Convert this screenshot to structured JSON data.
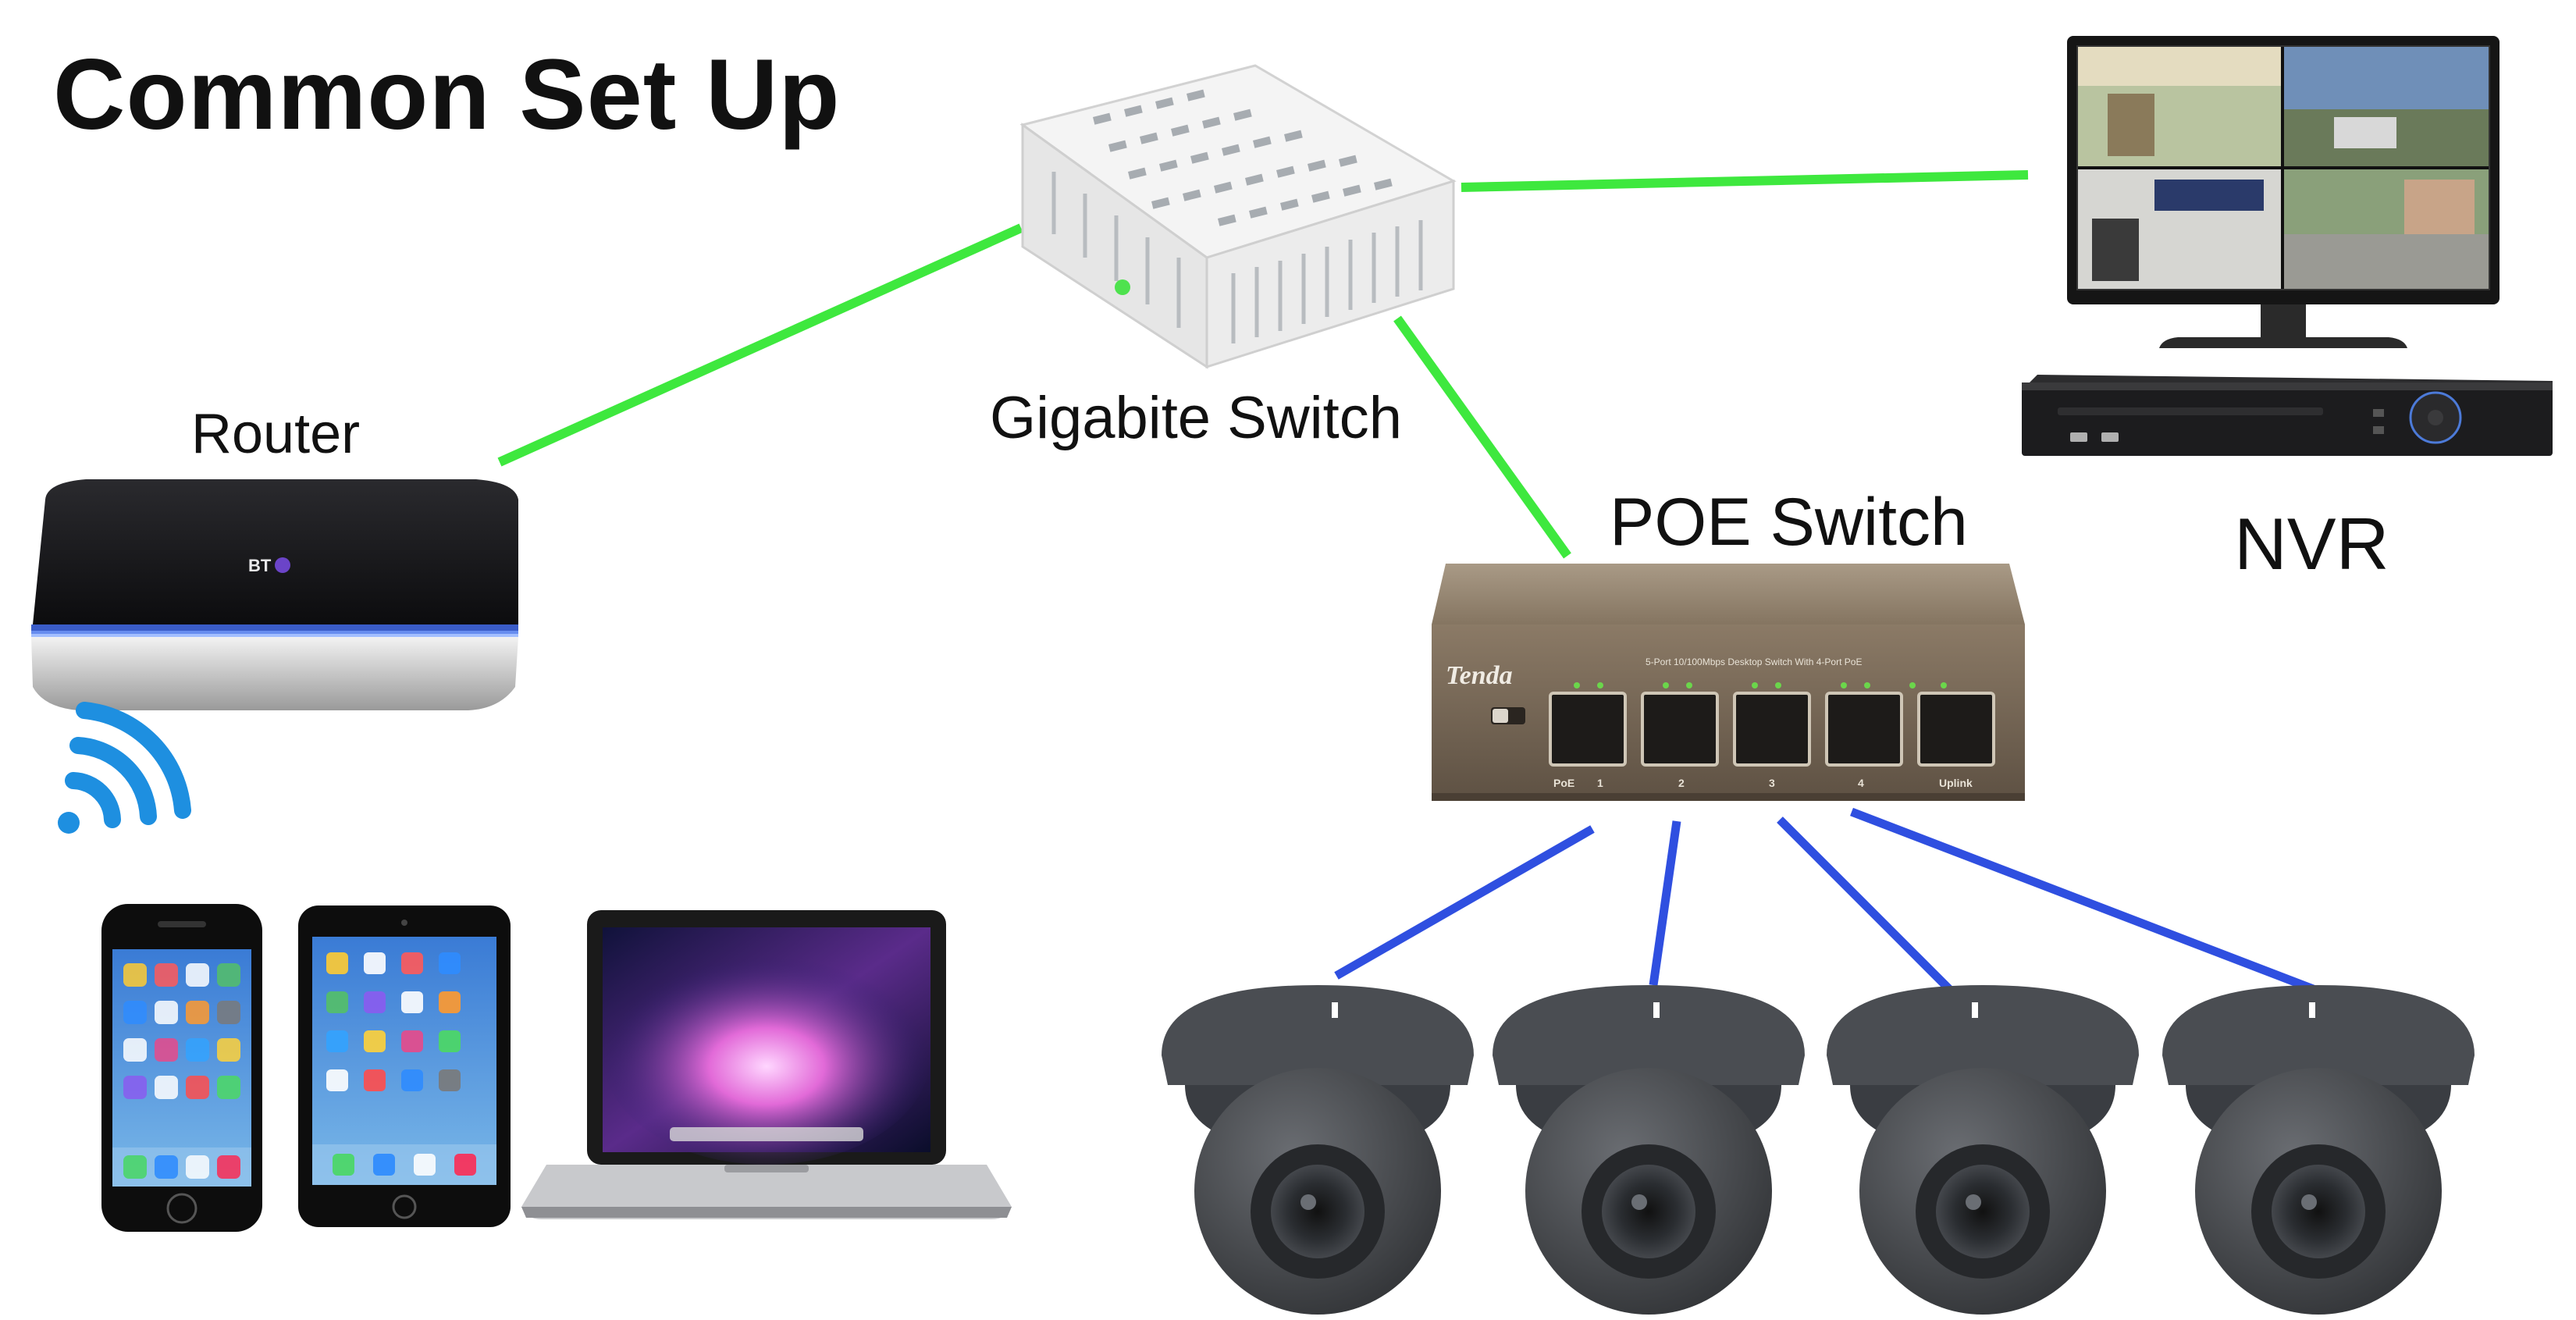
{
  "title": "Common Set Up",
  "devices": {
    "router": {
      "label": "Router",
      "brand": "BT"
    },
    "gigabit_switch": {
      "label": "Gigabite Switch"
    },
    "poe_switch": {
      "label": "POE Switch",
      "brand": "Tenda",
      "panel_text": "5-Port 10/100Mbps Desktop Switch With 4-Port PoE",
      "port_labels": [
        "PoE",
        "1",
        "2",
        "3",
        "4",
        "Uplink"
      ]
    },
    "nvr": {
      "label": "NVR"
    },
    "clients": [
      "smartphone-icon",
      "tablet-icon",
      "laptop-icon"
    ],
    "cameras": [
      "dome-camera-1",
      "dome-camera-2",
      "dome-camera-3",
      "dome-camera-4"
    ]
  },
  "connections": [
    {
      "from": "router",
      "to": "gigabit_switch",
      "color": "#3ee83e",
      "type": "ethernet"
    },
    {
      "from": "gigabit_switch",
      "to": "nvr",
      "color": "#3ee83e",
      "type": "ethernet"
    },
    {
      "from": "gigabit_switch",
      "to": "poe_switch",
      "color": "#3ee83e",
      "type": "ethernet"
    },
    {
      "from": "poe_switch",
      "to": "dome-camera-1",
      "color": "#2f4fe0",
      "type": "poe"
    },
    {
      "from": "poe_switch",
      "to": "dome-camera-2",
      "color": "#2f4fe0",
      "type": "poe"
    },
    {
      "from": "poe_switch",
      "to": "dome-camera-3",
      "color": "#2f4fe0",
      "type": "poe"
    },
    {
      "from": "poe_switch",
      "to": "dome-camera-4",
      "color": "#2f4fe0",
      "type": "poe"
    },
    {
      "from": "router",
      "to": "clients",
      "color": "#1e8fe0",
      "type": "wifi"
    }
  ],
  "colors": {
    "green_link": "#3ee83e",
    "blue_link": "#2f4fe0",
    "wifi": "#1e8fe0"
  }
}
